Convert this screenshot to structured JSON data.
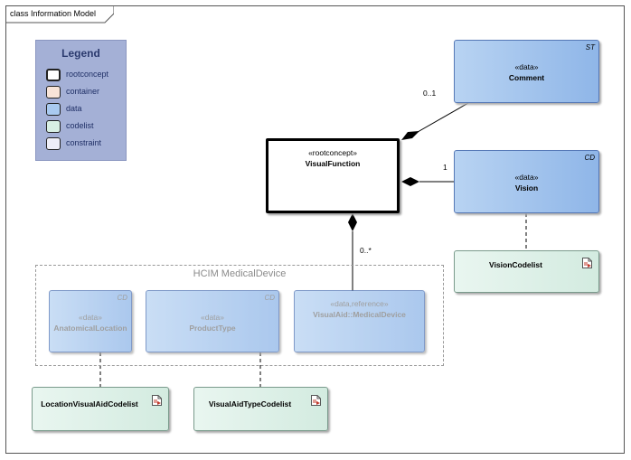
{
  "frame": {
    "title": "class Information Model"
  },
  "legend": {
    "title": "Legend",
    "items": [
      {
        "label": "rootconcept",
        "color": "#ffffff"
      },
      {
        "label": "container",
        "color": "#f8e4d8"
      },
      {
        "label": "data",
        "color": "#a9caf0"
      },
      {
        "label": "codelist",
        "color": "#d8efe4"
      },
      {
        "label": "constraint",
        "color": "#eeeef8"
      }
    ]
  },
  "classes": {
    "visual_function": {
      "stereotype": "«rootconcept»",
      "name": "VisualFunction"
    },
    "comment": {
      "stereotype": "«data»",
      "name": "Comment",
      "tag": "ST"
    },
    "vision": {
      "stereotype": "«data»",
      "name": "Vision",
      "tag": "CD"
    },
    "vision_codelist": {
      "name": "VisionCodelist"
    },
    "anatomical_location": {
      "stereotype": "«data»",
      "name": "AnatomicalLocation",
      "tag": "CD"
    },
    "product_type": {
      "stereotype": "«data»",
      "name": "ProductType",
      "tag": "CD"
    },
    "visual_aid": {
      "stereotype": "«data,reference»",
      "name": "VisualAid::MedicalDevice"
    },
    "location_codelist": {
      "name": "LocationVisualAidCodelist"
    },
    "visual_aid_type_codelist": {
      "name": "VisualAidTypeCodelist"
    }
  },
  "package": {
    "label": "HCIM MedicalDevice"
  },
  "multiplicities": {
    "comment": "0..1",
    "vision": "1",
    "visual_aid": "0..*"
  }
}
